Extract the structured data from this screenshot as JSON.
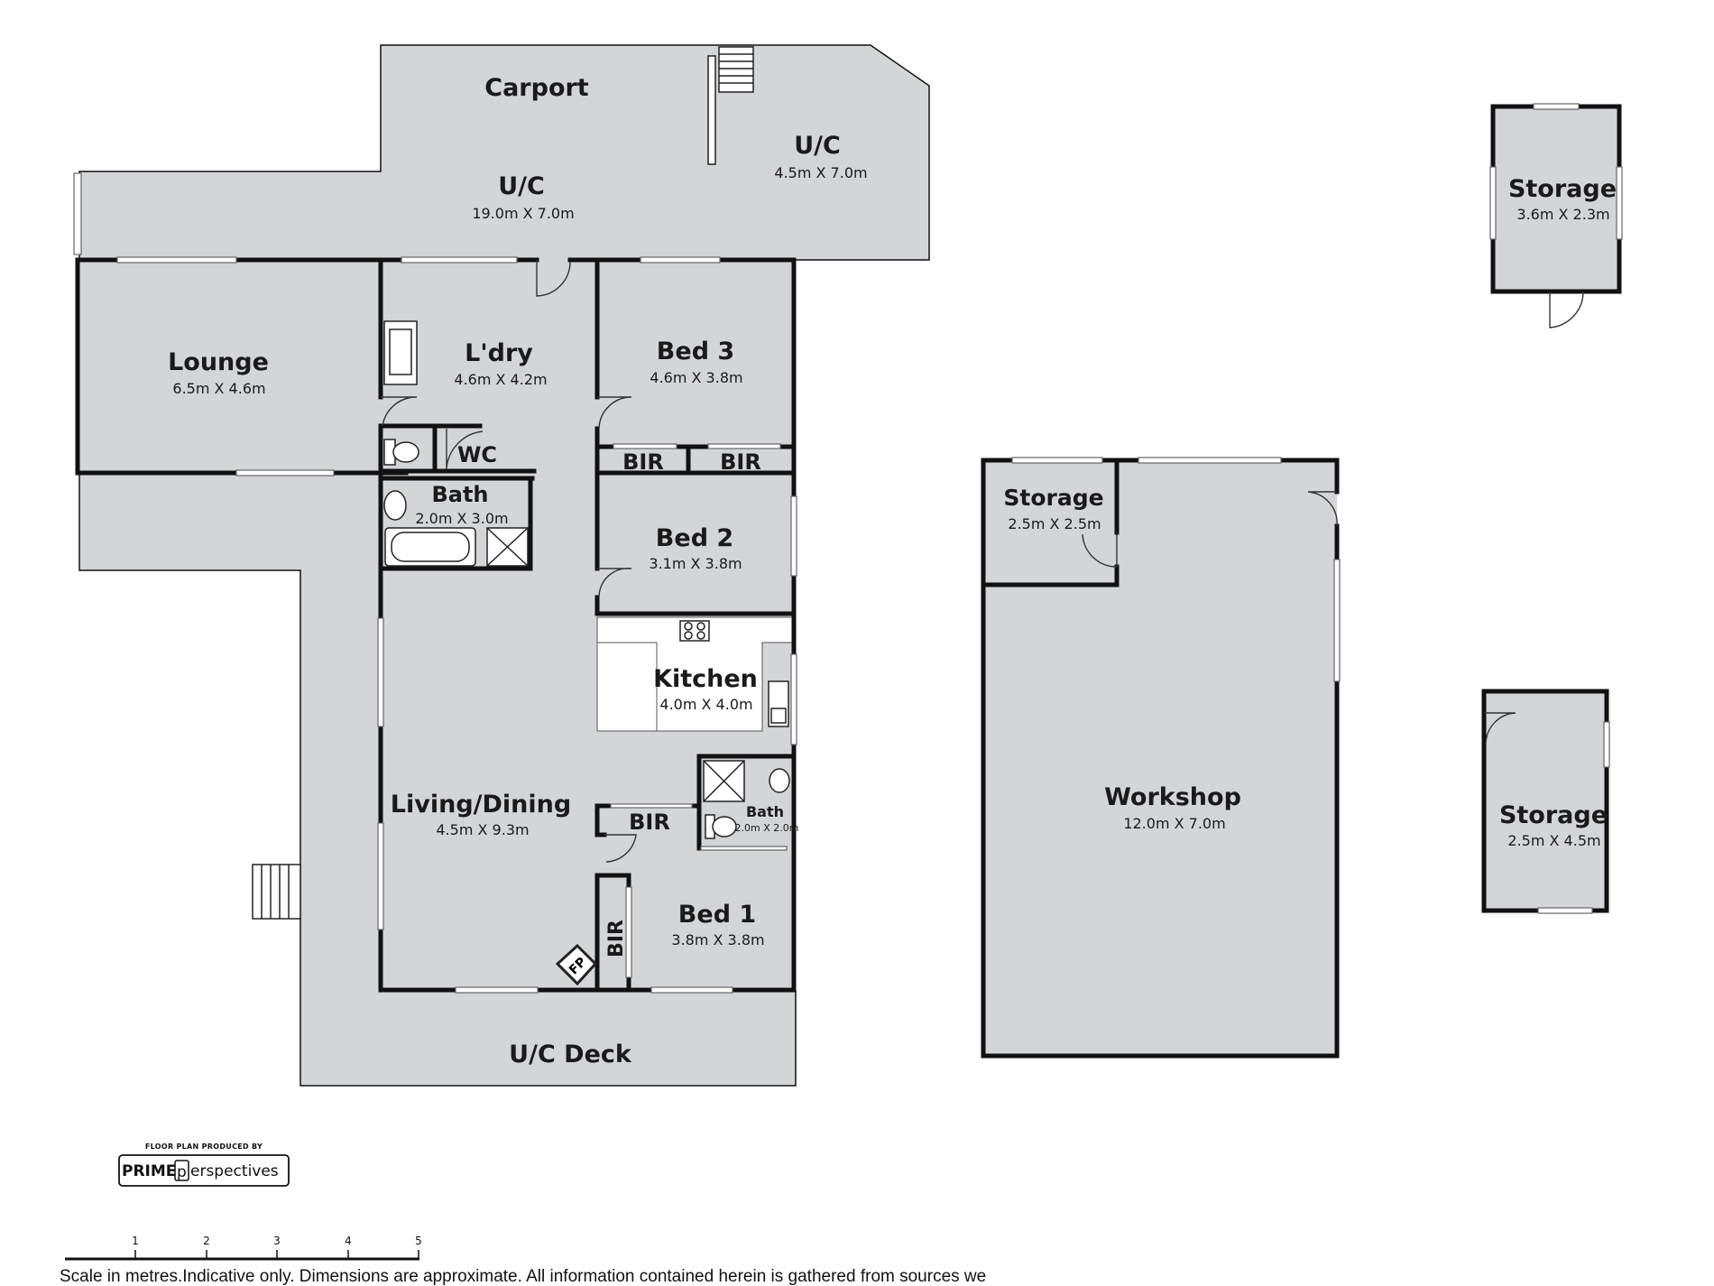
{
  "rooms": {
    "carport": {
      "name": "Carport"
    },
    "uc_main": {
      "name": "U/C",
      "dim": "19.0m X 7.0m"
    },
    "uc_small": {
      "name": "U/C",
      "dim": "4.5m X 7.0m"
    },
    "lounge": {
      "name": "Lounge",
      "dim": "6.5m X 4.6m"
    },
    "laundry": {
      "name": "L'dry",
      "dim": "4.6m X 4.2m"
    },
    "bed3": {
      "name": "Bed 3",
      "dim": "4.6m X 3.8m"
    },
    "wc": {
      "name": "WC"
    },
    "bath_main": {
      "name": "Bath",
      "dim": "2.0m X 3.0m"
    },
    "bir_1": {
      "name": "BIR"
    },
    "bir_2": {
      "name": "BIR"
    },
    "bed2": {
      "name": "Bed 2",
      "dim": "3.1m X 3.8m"
    },
    "kitchen": {
      "name": "Kitchen",
      "dim": "4.0m X 4.0m"
    },
    "living": {
      "name": "Living/Dining",
      "dim": "4.5m X 9.3m"
    },
    "bir_3": {
      "name": "BIR"
    },
    "bath_ensuite": {
      "name": "Bath",
      "dim": "2.0m X 2.0m"
    },
    "bed1": {
      "name": "Bed 1",
      "dim": "3.8m X 3.8m"
    },
    "bir_4": {
      "name": "BIR"
    },
    "fireplace": {
      "name": "FP"
    },
    "deck": {
      "name": "U/C Deck"
    },
    "storage_ws": {
      "name": "Storage",
      "dim": "2.5m X 2.5m"
    },
    "workshop": {
      "name": "Workshop",
      "dim": "12.0m X 7.0m"
    },
    "storage_top": {
      "name": "Storage",
      "dim": "3.6m X 2.3m"
    },
    "storage_right": {
      "name": "Storage",
      "dim": "2.5m X 4.5m"
    }
  },
  "logo": {
    "tagline": "FLOOR PLAN PRODUCED BY",
    "brand_bold": "PRIME",
    "brand_rest": "erspectives"
  },
  "scale": {
    "ticks": [
      "1",
      "2",
      "3",
      "4",
      "5"
    ]
  },
  "disclaimer": "Scale in metres.Indicative only. Dimensions are approximate. All information contained herein is gathered from sources we"
}
